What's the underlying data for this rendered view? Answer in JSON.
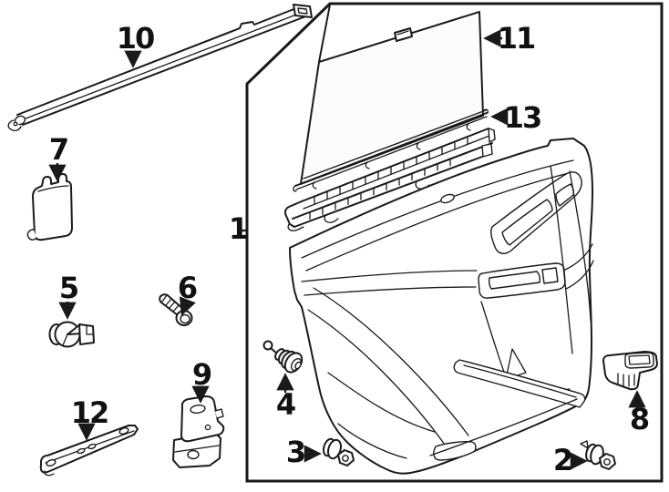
{
  "figure": {
    "colors": {
      "line": "#1a1a1a",
      "background": "#ffffff"
    }
  },
  "callouts": [
    {
      "label": "1"
    },
    {
      "label": "2"
    },
    {
      "label": "3"
    },
    {
      "label": "4"
    },
    {
      "label": "5"
    },
    {
      "label": "6"
    },
    {
      "label": "7"
    },
    {
      "label": "8"
    },
    {
      "label": "9"
    },
    {
      "label": "10"
    },
    {
      "label": "11"
    },
    {
      "label": "12"
    },
    {
      "label": "13"
    }
  ]
}
